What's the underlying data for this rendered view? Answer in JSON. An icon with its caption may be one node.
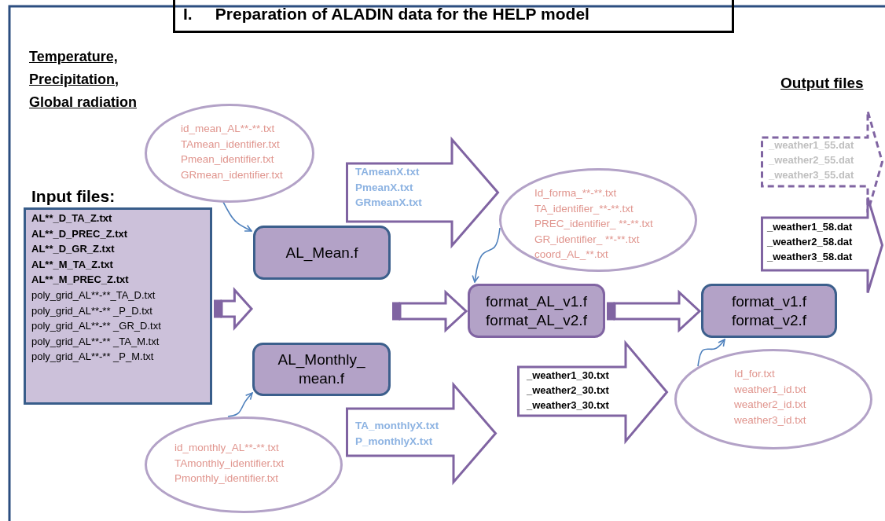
{
  "diagram": {
    "title": "I.     Preparation of ALADIN data for the HELP model",
    "nodes": [
      {
        "text": [
          "Input files:",
          "AL**_D_TA_Z.txt",
          "AL**_D_PREC_Z.txt",
          "AL**_D_GR_Z.txt",
          "AL**_M_TA_Z.txt",
          "AL**_M_PREC_Z.txt",
          "poly_grid_AL**-**_TA_D.txt",
          "poly_grid_AL**-** _P_D.txt",
          "poly_grid_AL**-** _GR_D.txt",
          "poly_grid_AL**-** _TA_M.txt",
          "poly_grid_AL**-** _P_M.txt"
        ]
      },
      {
        "text": [
          "id_mean_AL**-**.txt",
          "TAmean_identifier.txt",
          "Pmean_identifier.txt",
          "GRmean_identifier.txt"
        ]
      },
      {
        "text": [
          "AL_Mean.f"
        ]
      },
      {
        "text": [
          "AL_Monthly_ mean.f"
        ]
      },
      {
        "text": [
          "id_monthly_AL**-**.txt",
          "TAmonthly_identifier.txt",
          "Pmonthly_identifier.txt"
        ]
      },
      {
        "text": [
          "TAmeanX.txt",
          "PmeanX.txt",
          "GRmeanX.txt"
        ]
      },
      {
        "text": [
          "TA_monthlyX.txt",
          "P_monthlyX.txt"
        ]
      },
      {
        "text": [
          "Id_forma_**-**.txt",
          "TA_identifier_**-**.txt",
          "PREC_identifier_ **-**.txt",
          "GR_identifier_ **-**.txt",
          "coord_AL_**.txt"
        ]
      },
      {
        "text": [
          "format_AL_v1.f",
          "format_AL_v2.f"
        ]
      },
      {
        "text": [
          "_weather1_30.txt",
          "_weather2_30.txt",
          "_weather3_30.txt"
        ]
      },
      {
        "text": [
          "Id_for.txt",
          "weather1_id.txt",
          "weather2_id.txt",
          "weather3_id.txt"
        ]
      },
      {
        "text": [
          "format_v1.f",
          "format_v2.f"
        ]
      },
      {
        "text": [
          "_weather1_55.dat",
          "_weather2_55.dat",
          "_weather3_55.dat"
        ]
      },
      {
        "text": [
          "_weather1_58.dat",
          "_weather2_58.dat",
          "_weather3_58.dat"
        ]
      }
    ],
    "edges": [
      {
        "from": 0,
        "to": 2,
        "arrow": "to",
        "style": "thick",
        "color": "#8064a2"
      },
      {
        "from": 0,
        "to": 3,
        "arrow": "to",
        "style": "thick",
        "color": "#8064a2"
      },
      {
        "from": 2,
        "to": 8,
        "arrow": "to",
        "style": "thick",
        "color": "#8064a2"
      },
      {
        "from": 3,
        "to": 8,
        "arrow": "to",
        "style": "thick",
        "color": "#8064a2"
      },
      {
        "from": 8,
        "to": 11,
        "arrow": "to",
        "style": "thick",
        "color": "#8064a2"
      },
      {
        "from": 1,
        "to": 2,
        "arrow": "to",
        "color": "#4f81bd"
      },
      {
        "from": 4,
        "to": 3,
        "arrow": "to",
        "color": "#4f81bd"
      },
      {
        "from": 7,
        "to": 8,
        "arrow": "to",
        "color": "#4f81bd"
      },
      {
        "from": 10,
        "to": 11,
        "arrow": "to",
        "color": "#4f81bd"
      }
    ],
    "labels": [
      "Temperature, Precipitation, Global radiation",
      "Output files"
    ]
  }
}
